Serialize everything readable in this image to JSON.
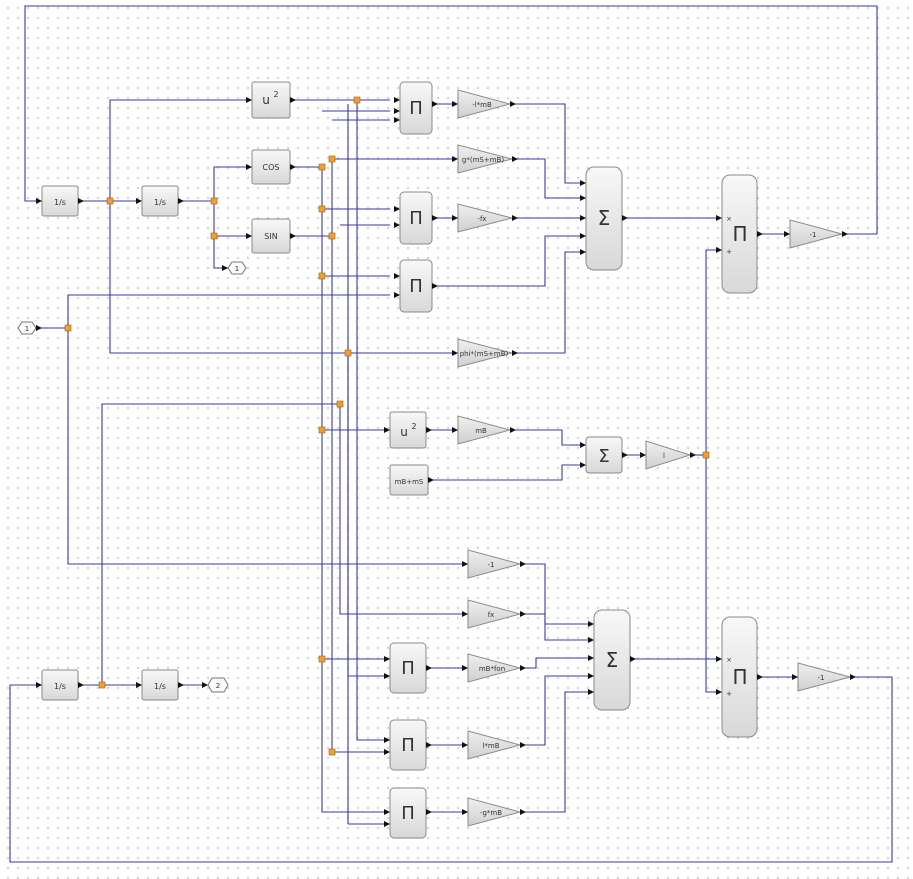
{
  "blocks": {
    "integrator_label": "1/s",
    "square_label": "u",
    "square_superscript": "2",
    "cos_label": "COS",
    "sin_label": "SIN",
    "product_symbol": "Π",
    "sum_symbol": "Σ",
    "const_label": "mB+mS",
    "port_in_1": "1",
    "port_out_1": "1",
    "port_out_2": "2",
    "port_plus": "+",
    "port_times": "×"
  },
  "gains": {
    "g1": "-l*mB",
    "g2": "g*(mS+mB)",
    "g3": "-fx",
    "g4": "phi*(mS+mB)",
    "g5": "mB",
    "g6": "l",
    "g7": "-1",
    "g8": "fx",
    "g9": "mB*fon",
    "g10": "l*mB",
    "g11": "-g*mB",
    "g12": "-1",
    "g13": "-1"
  },
  "colors": {
    "wire": "#3a3aa8",
    "split_point": "#f0a030",
    "block_fill": "#ececec",
    "block_border": "#8a8a8a"
  }
}
